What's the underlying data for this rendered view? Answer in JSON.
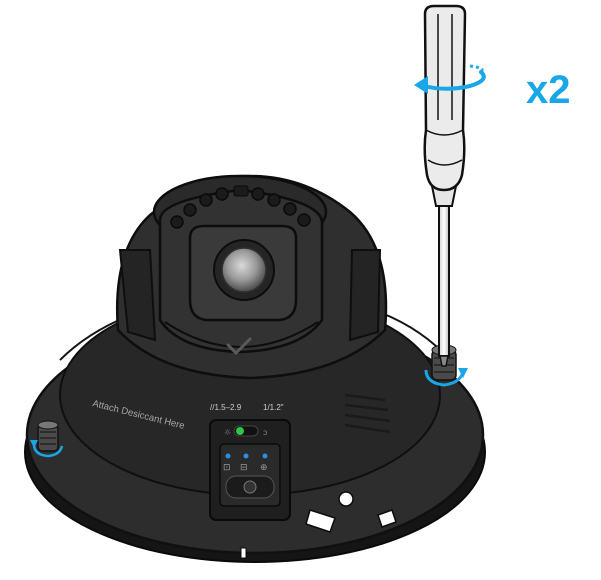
{
  "callout": {
    "multiplier": "x2"
  },
  "labels": {
    "desiccant": "Attach Desiccant Here",
    "lens_left": "//1.5–2.9",
    "lens_right": "1/1.2\""
  },
  "icons": {
    "screwdriver": "screwdriver-icon",
    "rotation": "rotation-arrow-icon",
    "screw": "screw-icon",
    "camera": "dome-camera-icon",
    "logo": "check-logo-icon",
    "ethernet": "ethernet-port-icon",
    "network": "network-status-icon",
    "globe": "globe-icon"
  },
  "colors": {
    "accent": "#1aa7e8",
    "body": "#2b2b2b",
    "body_dark": "#1c1c1c",
    "edge": "#111111",
    "led_green": "#33c24a",
    "led_blue": "#2b8fe0",
    "tool_fill": "#e9e9e9"
  }
}
